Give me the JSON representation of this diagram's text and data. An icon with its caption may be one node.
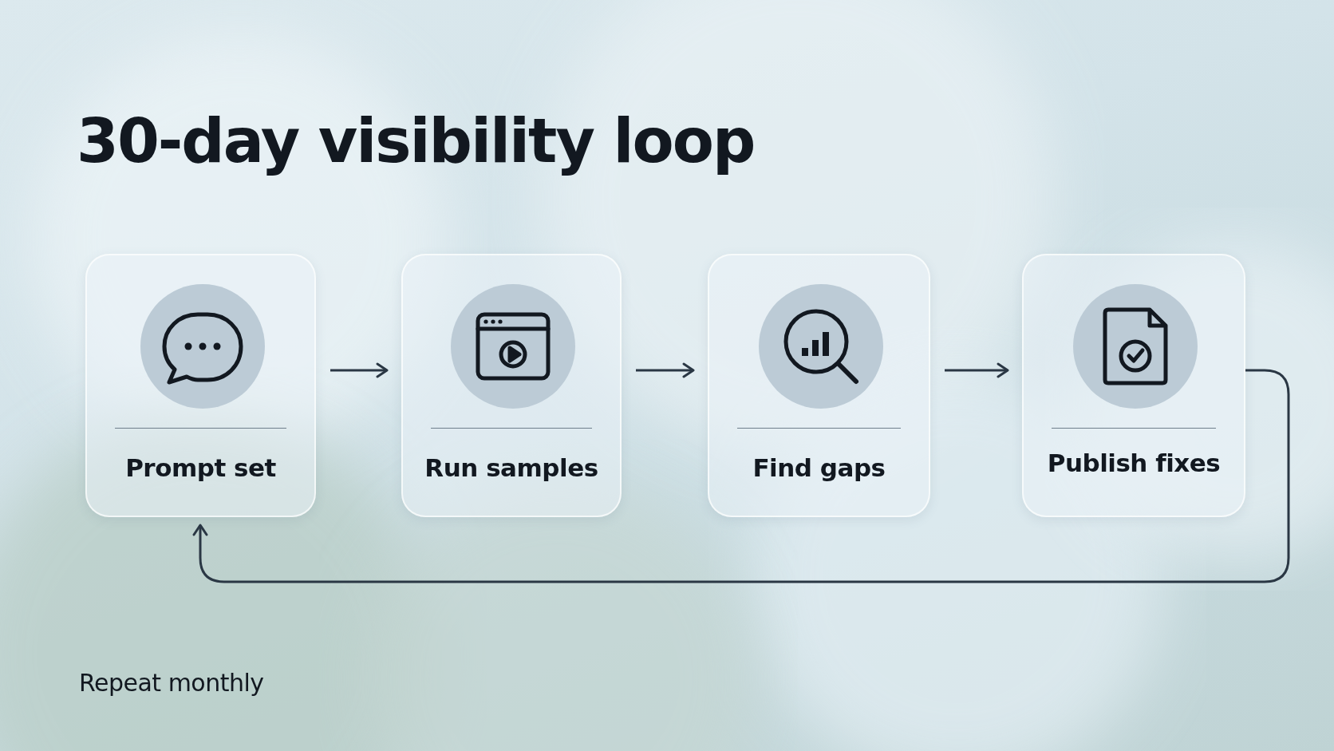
{
  "diagram": {
    "title": "30-day visibility loop",
    "nodes": [
      {
        "text": [
          "Prompt set"
        ]
      },
      {
        "text": [
          "Run samples"
        ]
      },
      {
        "text": [
          "Find gaps"
        ]
      },
      {
        "text": [
          "Publish fixes"
        ]
      }
    ],
    "edges": [
      {
        "from": 0,
        "to": 1,
        "arrow": "to"
      },
      {
        "from": 1,
        "to": 2,
        "arrow": "to"
      },
      {
        "from": 2,
        "to": 3,
        "arrow": "to"
      },
      {
        "from": 3,
        "to": 0,
        "arrow": "to"
      }
    ],
    "labels": [
      "Repeat monthly"
    ]
  }
}
